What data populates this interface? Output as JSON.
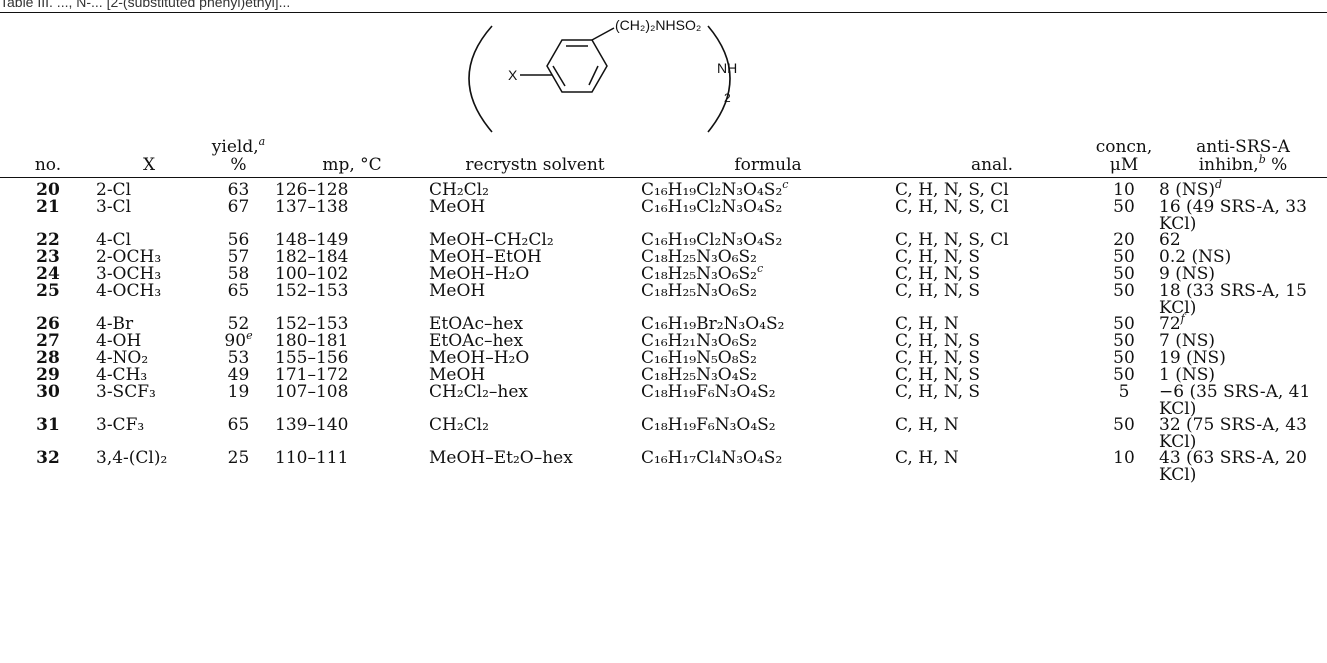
{
  "caption": "Table III. ..., N-... [2-(substituted phenyl)ethyl]...",
  "structure": {
    "substituent": "X",
    "chain": "(CH₂)₂NHSO₂",
    "amine": "NH",
    "subscript": "2"
  },
  "header": {
    "no": "no.",
    "x": "X",
    "yield_top": "yield,",
    "yield_sup": "a",
    "yield_bottom": "%",
    "mp": "mp, °C",
    "solvent": "recrystn solvent",
    "formula": "formula",
    "anal": "anal.",
    "concn_top": "concn,",
    "concn_bottom": "μM",
    "inhibn_top": "anti-SRS-A",
    "inhibn_bottom_a": "inhibn,",
    "inhibn_sup": "b",
    "inhibn_bottom_b": "%"
  },
  "rows": [
    {
      "no": "20",
      "x": "2-Cl",
      "yield": "63",
      "mp": "126–128",
      "solvent": "CH₂Cl₂",
      "formula": "C₁₆H₁₉Cl₂N₃O₄S₂",
      "formula_sup": "c",
      "anal": "C, H, N, S, Cl",
      "concn": "10",
      "inhibn": "8 (NS)",
      "inhibn_sup": "d"
    },
    {
      "no": "21",
      "x": "3-Cl",
      "yield": "67",
      "mp": "137–138",
      "solvent": "MeOH",
      "formula": "C₁₆H₁₉Cl₂N₃O₄S₂",
      "formula_sup": "",
      "anal": "C, H, N, S, Cl",
      "concn": "50",
      "inhibn": "16 (49 SRS-A, 33 KCl)",
      "inhibn_sup": ""
    },
    {
      "no": "22",
      "x": "4-Cl",
      "yield": "56",
      "mp": "148–149",
      "solvent": "MeOH–CH₂Cl₂",
      "formula": "C₁₆H₁₉Cl₂N₃O₄S₂",
      "formula_sup": "",
      "anal": "C, H, N, S, Cl",
      "concn": "20",
      "inhibn": "62",
      "inhibn_sup": ""
    },
    {
      "no": "23",
      "x": "2-OCH₃",
      "yield": "57",
      "mp": "182–184",
      "solvent": "MeOH–EtOH",
      "formula": "C₁₈H₂₅N₃O₆S₂",
      "formula_sup": "",
      "anal": "C, H, N, S",
      "concn": "50",
      "inhibn": "0.2 (NS)",
      "inhibn_sup": ""
    },
    {
      "no": "24",
      "x": "3-OCH₃",
      "yield": "58",
      "mp": "100–102",
      "solvent": "MeOH–H₂O",
      "formula": "C₁₈H₂₅N₃O₆S₂",
      "formula_sup": "c",
      "anal": "C, H, N, S",
      "concn": "50",
      "inhibn": "9 (NS)",
      "inhibn_sup": ""
    },
    {
      "no": "25",
      "x": "4-OCH₃",
      "yield": "65",
      "mp": "152–153",
      "solvent": "MeOH",
      "formula": "C₁₈H₂₅N₃O₆S₂",
      "formula_sup": "",
      "anal": "C, H, N, S",
      "concn": "50",
      "inhibn": "18 (33 SRS-A, 15 KCl)",
      "inhibn_sup": ""
    },
    {
      "no": "26",
      "x": "4-Br",
      "yield": "52",
      "mp": "152–153",
      "solvent": "EtOAc–hex",
      "formula": "C₁₆H₁₉Br₂N₃O₄S₂",
      "formula_sup": "",
      "anal": "C, H, N",
      "concn": "50",
      "inhibn": "72",
      "inhibn_sup": "f"
    },
    {
      "no": "27",
      "x": "4-OH",
      "yield": "90",
      "yield_sup": "e",
      "mp": "180–181",
      "solvent": "EtOAc–hex",
      "formula": "C₁₆H₂₁N₃O₆S₂",
      "formula_sup": "",
      "anal": "C, H, N, S",
      "concn": "50",
      "inhibn": "7 (NS)",
      "inhibn_sup": ""
    },
    {
      "no": "28",
      "x": "4-NO₂",
      "yield": "53",
      "mp": "155–156",
      "solvent": "MeOH–H₂O",
      "formula": "C₁₆H₁₉N₅O₈S₂",
      "formula_sup": "",
      "anal": "C, H, N, S",
      "concn": "50",
      "inhibn": "19 (NS)",
      "inhibn_sup": ""
    },
    {
      "no": "29",
      "x": "4-CH₃",
      "yield": "49",
      "mp": "171–172",
      "solvent": "MeOH",
      "formula": "C₁₈H₂₅N₃O₄S₂",
      "formula_sup": "",
      "anal": "C, H, N, S",
      "concn": "50",
      "inhibn": "1 (NS)",
      "inhibn_sup": ""
    },
    {
      "no": "30",
      "x": "3-SCF₃",
      "yield": "19",
      "mp": "107–108",
      "solvent": "CH₂Cl₂–hex",
      "formula": "C₁₈H₁₉F₆N₃O₄S₂",
      "formula_sup": "",
      "anal": "C, H, N, S",
      "concn": "5",
      "inhibn": "−6 (35 SRS-A, 41 KCl)",
      "inhibn_sup": ""
    },
    {
      "no": "31",
      "x": "3-CF₃",
      "yield": "65",
      "mp": "139–140",
      "solvent": "CH₂Cl₂",
      "formula": "C₁₈H₁₉F₆N₃O₄S₂",
      "formula_sup": "",
      "anal": "C, H, N",
      "concn": "50",
      "inhibn": "32 (75 SRS-A, 43 KCl)",
      "inhibn_sup": ""
    },
    {
      "no": "32",
      "x": "3,4-(Cl)₂",
      "yield": "25",
      "mp": "110–111",
      "solvent": "MeOH–Et₂O–hex",
      "formula": "C₁₆H₁₇Cl₄N₃O₄S₂",
      "formula_sup": "",
      "anal": "C, H, N",
      "concn": "10",
      "inhibn": "43 (63 SRS-A, 20 KCl)",
      "inhibn_sup": ""
    }
  ]
}
